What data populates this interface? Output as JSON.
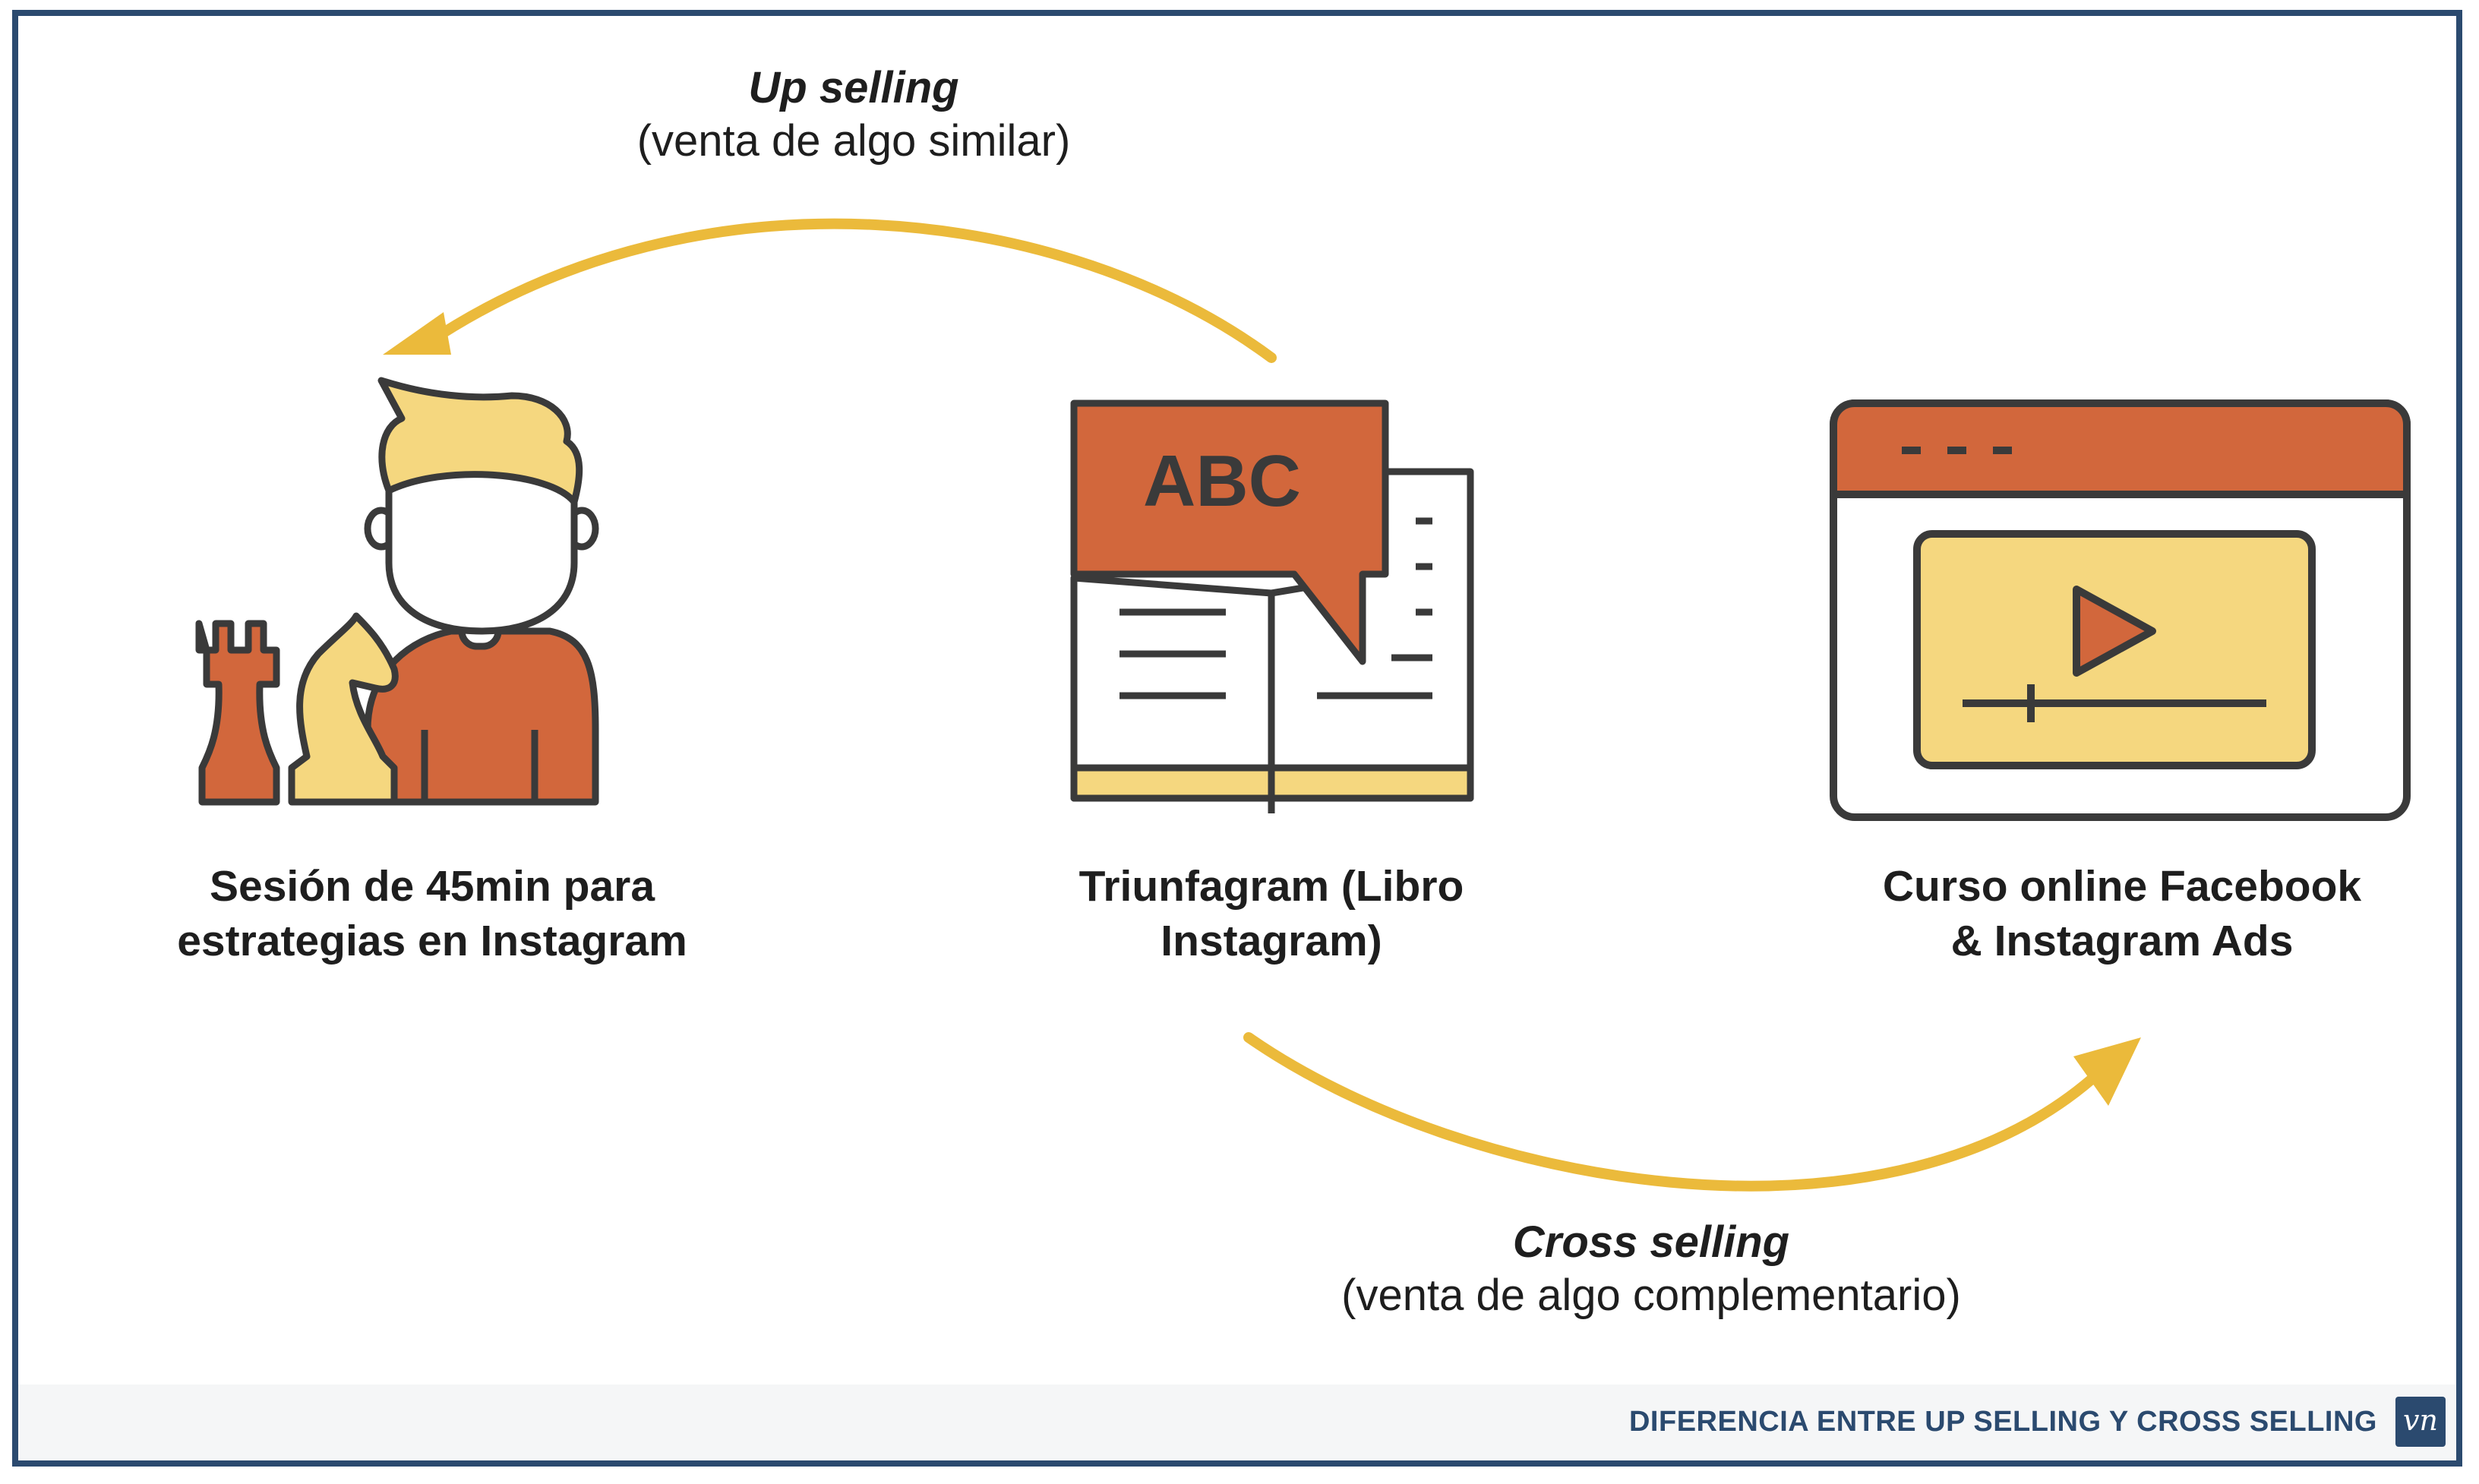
{
  "arrows": {
    "top": {
      "title": "Up selling",
      "subtitle": "(venta de algo similar)"
    },
    "bottom": {
      "title": "Cross selling",
      "subtitle": "(venta de algo complementario)"
    }
  },
  "nodes": [
    {
      "icon": "person-chess-icon",
      "label": "Sesión de 45min para\nestrategias en Instagram"
    },
    {
      "icon": "book-speech-bubble-icon",
      "label": "Triunfagram (Libro\nInstagram)",
      "bubble_text": "ABC"
    },
    {
      "icon": "video-browser-icon",
      "label": "Curso online Facebook\n& Instagram Ads"
    }
  ],
  "footer": {
    "text": "DIFERENCIA ENTRE UP SELLING Y CROSS SELLING",
    "logo": "vn"
  },
  "colors": {
    "frame": "#2b4a6f",
    "arrow": "#ebba3b",
    "orange": "#d2673c",
    "yellow": "#f5d77f",
    "outline": "#3a3a3a"
  }
}
